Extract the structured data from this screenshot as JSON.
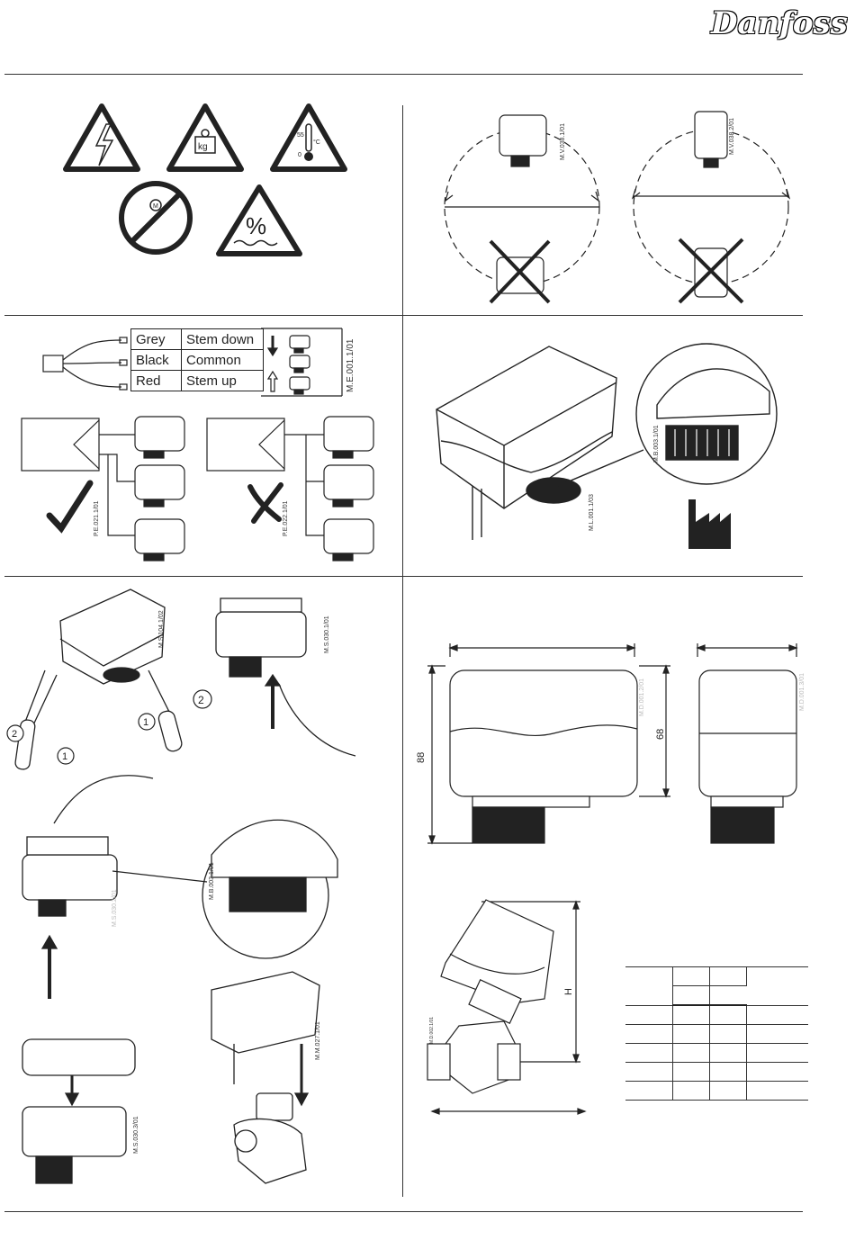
{
  "header": {
    "brand": "Danfoss"
  },
  "wiring": {
    "rows": [
      {
        "wire": "Grey",
        "function": "Stem down"
      },
      {
        "wire": "Black",
        "function": "Common"
      },
      {
        "wire": "Red",
        "function": "Stem up"
      }
    ]
  },
  "dimensions": {
    "width": "88",
    "height": "68",
    "h": "H"
  },
  "codes": {
    "c1": "M.V.038.1/01",
    "c2": "M.V.038.2/01",
    "c3": "M.E.001.1/01",
    "c4": "P.E.021.1/01",
    "c5": "P.E.022.1/01",
    "c6": "M.B.003.1/01",
    "c7": "M.L.001.1/03",
    "c8": "M.S.104.1/02",
    "c9": "M.S.030.1/01",
    "c10": "M.B.003.1/01",
    "c11": "M.M.027.1/01",
    "c12": "M.S.030.3/01",
    "c13": "M.D.001.2/01",
    "c14": "M.D.001.3/01",
    "c15": "M.S.030.2/01",
    "c16": "M.D.002.1/01"
  },
  "colors": {
    "line": "#222222",
    "grey": "#bbbbbb"
  }
}
